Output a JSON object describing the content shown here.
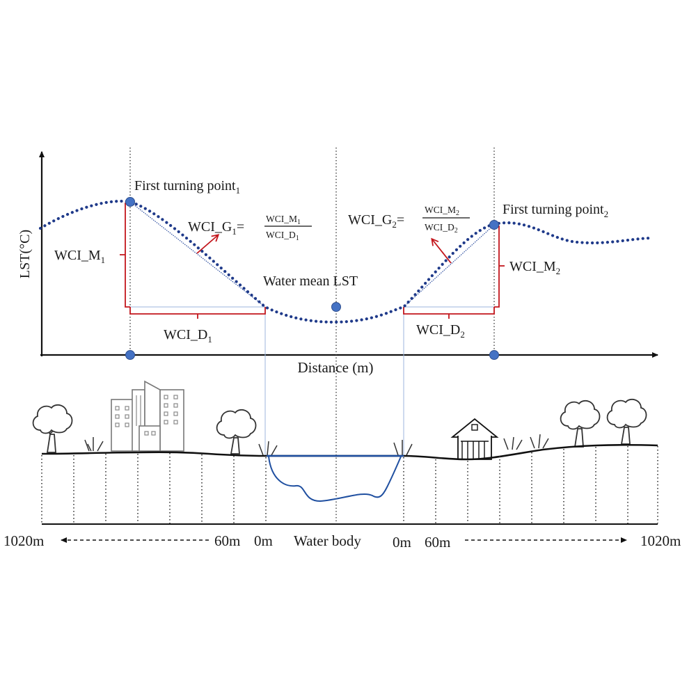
{
  "y_axis_label": "LST(°C)",
  "x_axis_label": "Distance (m)",
  "turning_point_1": {
    "text": "First turning point",
    "sub": "1"
  },
  "turning_point_2": {
    "text": "First turning point",
    "sub": "2"
  },
  "water_mean_lst": "Water mean LST",
  "wci_m1": {
    "text": "WCI_M",
    "sub": "1"
  },
  "wci_m2": {
    "text": "WCI_M",
    "sub": "2"
  },
  "wci_d1": {
    "text": "WCI_D",
    "sub": "1"
  },
  "wci_d2": {
    "text": "WCI_D",
    "sub": "2"
  },
  "wci_g1": {
    "text": "WCI_G",
    "sub": "1",
    "eq": "=",
    "num": "WCI_M",
    "num_sub": "1",
    "den": "WCI_D",
    "den_sub": "1"
  },
  "wci_g2": {
    "text": "WCI_G",
    "sub": "2",
    "eq": "=",
    "num": "WCI_M",
    "num_sub": "2",
    "den": "WCI_D",
    "den_sub": "2"
  },
  "distance_labels": {
    "left_far": "1020m",
    "left_60": "60m",
    "left_0": "0m",
    "water_body": "Water body",
    "right_0": "0m",
    "right_60": "60m",
    "right_far": "1020m"
  },
  "colors": {
    "curve": "#1f3a8a",
    "points": "#4472c4",
    "brackets": "#c3161c",
    "water": "#1f4fa0",
    "guides": "#9cb6de"
  }
}
